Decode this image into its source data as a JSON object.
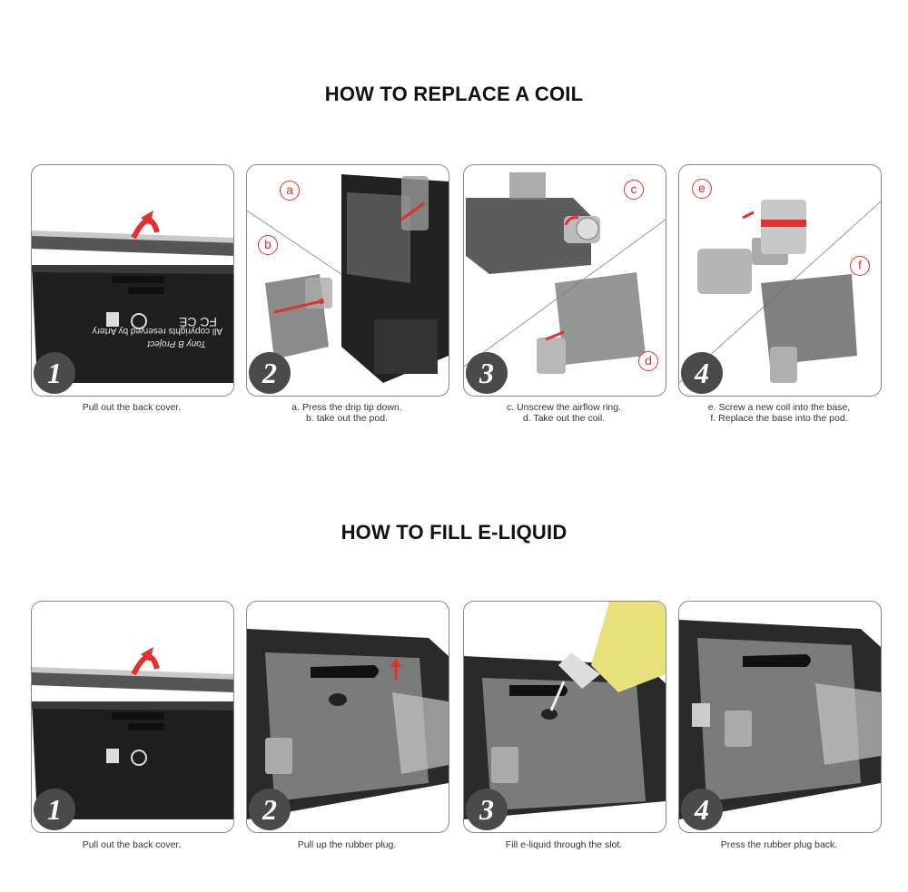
{
  "sections": [
    {
      "title": "HOW TO REPLACE A COIL",
      "steps": [
        {
          "number": "1",
          "caption_lines": [
            "Pull out the back cover."
          ]
        },
        {
          "number": "2",
          "caption_lines": [
            "a. Press the drip tip down.",
            "b. take out the pod."
          ],
          "markers": [
            "a",
            "b"
          ]
        },
        {
          "number": "3",
          "caption_lines": [
            "c. Unscrew the airflow ring.",
            "d. Take out the coil."
          ],
          "markers": [
            "c",
            "d"
          ]
        },
        {
          "number": "4",
          "caption_lines": [
            "e. Screw a new coil into the base,",
            "f. Replace the base into the pod."
          ],
          "markers": [
            "e",
            "f"
          ]
        }
      ]
    },
    {
      "title": "HOW TO FILL E-LIQUID",
      "steps": [
        {
          "number": "1",
          "caption_lines": [
            "Pull out the back cover."
          ]
        },
        {
          "number": "2",
          "caption_lines": [
            "Pull up the rubber plug."
          ]
        },
        {
          "number": "3",
          "caption_lines": [
            "Fill e-liquid through the slot."
          ]
        },
        {
          "number": "4",
          "caption_lines": [
            "Press the rubber plug back."
          ]
        }
      ]
    }
  ],
  "device_label": {
    "brand": "Tony B Project",
    "copyright": "All copyrights reserved by Artery",
    "marks": "FC CE"
  },
  "colors": {
    "accent": "#e03030",
    "device_dark": "#2b2b2b",
    "pod_gray": "#6f6f6f",
    "liquid": "#e8e07a"
  }
}
